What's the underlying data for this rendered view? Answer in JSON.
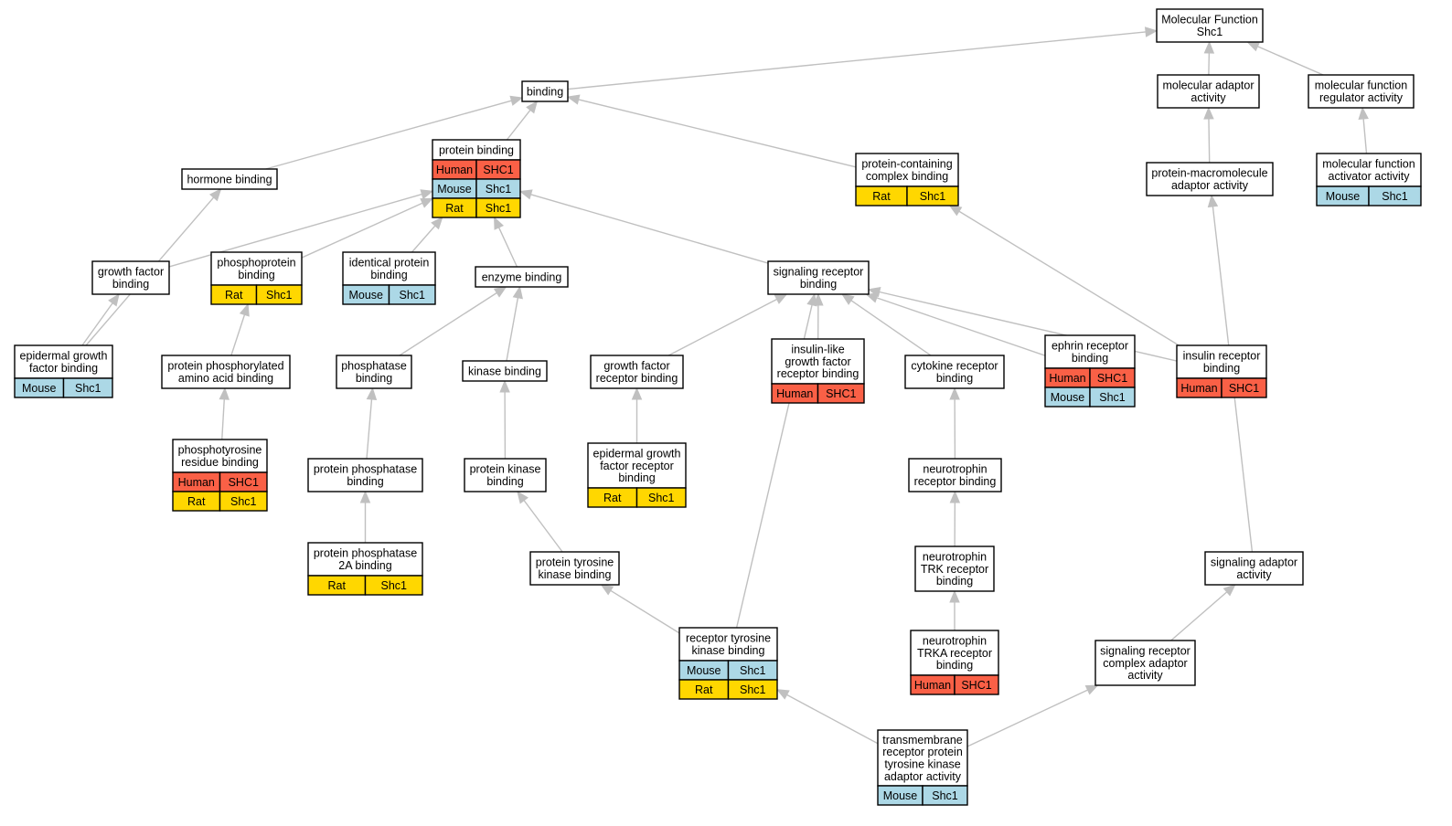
{
  "colors": {
    "edge": "#c0c0c0",
    "node_border": "#000000",
    "node_fill": "#ffffff",
    "Human": "#fa6046",
    "Mouse": "#acd8e6",
    "Rat": "#ffd700"
  },
  "nodes": [
    {
      "id": "molecular_function",
      "lines": [
        "Molecular Function",
        "Shc1"
      ],
      "rows": []
    },
    {
      "id": "binding",
      "lines": [
        "binding"
      ],
      "rows": []
    },
    {
      "id": "molecular_adaptor_activity",
      "lines": [
        "molecular adaptor",
        "activity"
      ],
      "rows": []
    },
    {
      "id": "molecular_function_regulator_activity",
      "lines": [
        "molecular function",
        "regulator activity"
      ],
      "rows": []
    },
    {
      "id": "protein_binding",
      "lines": [
        "protein binding"
      ],
      "rows": [
        [
          "Human",
          "SHC1"
        ],
        [
          "Mouse",
          "Shc1"
        ],
        [
          "Rat",
          "Shc1"
        ]
      ]
    },
    {
      "id": "hormone_binding",
      "lines": [
        "hormone binding"
      ],
      "rows": []
    },
    {
      "id": "protein_containing_complex_binding",
      "lines": [
        "protein-containing",
        "complex binding"
      ],
      "rows": [
        [
          "Rat",
          "Shc1"
        ]
      ]
    },
    {
      "id": "protein_macromolecule_adaptor_activity",
      "lines": [
        "protein-macromolecule",
        "adaptor activity"
      ],
      "rows": []
    },
    {
      "id": "molecular_function_activator_activity",
      "lines": [
        "molecular function",
        "activator activity"
      ],
      "rows": [
        [
          "Mouse",
          "Shc1"
        ]
      ]
    },
    {
      "id": "growth_factor_binding",
      "lines": [
        "growth factor",
        "binding"
      ],
      "rows": []
    },
    {
      "id": "phosphoprotein_binding",
      "lines": [
        "phosphoprotein",
        "binding"
      ],
      "rows": [
        [
          "Rat",
          "Shc1"
        ]
      ]
    },
    {
      "id": "identical_protein_binding",
      "lines": [
        "identical protein",
        "binding"
      ],
      "rows": [
        [
          "Mouse",
          "Shc1"
        ]
      ]
    },
    {
      "id": "enzyme_binding",
      "lines": [
        "enzyme binding"
      ],
      "rows": []
    },
    {
      "id": "signaling_receptor_binding",
      "lines": [
        "signaling receptor",
        "binding"
      ],
      "rows": []
    },
    {
      "id": "epidermal_growth_factor_binding",
      "lines": [
        "epidermal growth",
        "factor binding"
      ],
      "rows": [
        [
          "Mouse",
          "Shc1"
        ]
      ]
    },
    {
      "id": "protein_phosphorylated_amino_acid_binding",
      "lines": [
        "protein phosphorylated",
        "amino acid binding"
      ],
      "rows": []
    },
    {
      "id": "phosphatase_binding",
      "lines": [
        "phosphatase",
        "binding"
      ],
      "rows": []
    },
    {
      "id": "kinase_binding",
      "lines": [
        "kinase binding"
      ],
      "rows": []
    },
    {
      "id": "growth_factor_receptor_binding",
      "lines": [
        "growth factor",
        "receptor binding"
      ],
      "rows": []
    },
    {
      "id": "insulin_like_growth_factor_receptor_binding",
      "lines": [
        "insulin-like",
        "growth factor",
        "receptor binding"
      ],
      "rows": [
        [
          "Human",
          "SHC1"
        ]
      ]
    },
    {
      "id": "cytokine_receptor_binding",
      "lines": [
        "cytokine receptor",
        "binding"
      ],
      "rows": []
    },
    {
      "id": "ephrin_receptor_binding",
      "lines": [
        "ephrin receptor",
        "binding"
      ],
      "rows": [
        [
          "Human",
          "SHC1"
        ],
        [
          "Mouse",
          "Shc1"
        ]
      ]
    },
    {
      "id": "insulin_receptor_binding",
      "lines": [
        "insulin receptor",
        "binding"
      ],
      "rows": [
        [
          "Human",
          "SHC1"
        ]
      ]
    },
    {
      "id": "phosphotyrosine_residue_binding",
      "lines": [
        "phosphotyrosine",
        "residue binding"
      ],
      "rows": [
        [
          "Human",
          "SHC1"
        ],
        [
          "Rat",
          "Shc1"
        ]
      ]
    },
    {
      "id": "protein_phosphatase_binding",
      "lines": [
        "protein phosphatase",
        "binding"
      ],
      "rows": []
    },
    {
      "id": "protein_kinase_binding",
      "lines": [
        "protein kinase",
        "binding"
      ],
      "rows": []
    },
    {
      "id": "epidermal_growth_factor_receptor_binding",
      "lines": [
        "epidermal growth",
        "factor receptor",
        "binding"
      ],
      "rows": [
        [
          "Rat",
          "Shc1"
        ]
      ]
    },
    {
      "id": "neurotrophin_receptor_binding",
      "lines": [
        "neurotrophin",
        "receptor binding"
      ],
      "rows": []
    },
    {
      "id": "protein_phosphatase_2a_binding",
      "lines": [
        "protein phosphatase",
        "2A binding"
      ],
      "rows": [
        [
          "Rat",
          "Shc1"
        ]
      ]
    },
    {
      "id": "protein_tyrosine_kinase_binding",
      "lines": [
        "protein tyrosine",
        "kinase binding"
      ],
      "rows": []
    },
    {
      "id": "neurotrophin_trk_receptor_binding",
      "lines": [
        "neurotrophin",
        "TRK receptor",
        "binding"
      ],
      "rows": []
    },
    {
      "id": "signaling_adaptor_activity",
      "lines": [
        "signaling adaptor",
        "activity"
      ],
      "rows": []
    },
    {
      "id": "receptor_tyrosine_kinase_binding",
      "lines": [
        "receptor tyrosine",
        "kinase binding"
      ],
      "rows": [
        [
          "Mouse",
          "Shc1"
        ],
        [
          "Rat",
          "Shc1"
        ]
      ]
    },
    {
      "id": "neurotrophin_trka_receptor_binding",
      "lines": [
        "neurotrophin",
        "TRKA receptor",
        "binding"
      ],
      "rows": [
        [
          "Human",
          "SHC1"
        ]
      ]
    },
    {
      "id": "signaling_receptor_complex_adaptor_activity",
      "lines": [
        "signaling receptor",
        "complex adaptor",
        "activity"
      ],
      "rows": []
    },
    {
      "id": "transmembrane_receptor_protein_tyrosine_kinase_adaptor_activity",
      "lines": [
        "transmembrane",
        "receptor protein",
        "tyrosine kinase",
        "adaptor activity"
      ],
      "rows": [
        [
          "Mouse",
          "Shc1"
        ]
      ]
    }
  ],
  "edges": [
    [
      "binding",
      "molecular_function"
    ],
    [
      "molecular_adaptor_activity",
      "molecular_function"
    ],
    [
      "molecular_function_regulator_activity",
      "molecular_function"
    ],
    [
      "protein_binding",
      "binding"
    ],
    [
      "hormone_binding",
      "binding"
    ],
    [
      "protein_containing_complex_binding",
      "binding"
    ],
    [
      "protein_macromolecule_adaptor_activity",
      "molecular_adaptor_activity"
    ],
    [
      "molecular_function_activator_activity",
      "molecular_function_regulator_activity"
    ],
    [
      "growth_factor_binding",
      "protein_binding"
    ],
    [
      "phosphoprotein_binding",
      "protein_binding"
    ],
    [
      "identical_protein_binding",
      "protein_binding"
    ],
    [
      "enzyme_binding",
      "protein_binding"
    ],
    [
      "signaling_receptor_binding",
      "protein_binding"
    ],
    [
      "epidermal_growth_factor_binding",
      "hormone_binding"
    ],
    [
      "epidermal_growth_factor_binding",
      "growth_factor_binding"
    ],
    [
      "protein_phosphorylated_amino_acid_binding",
      "phosphoprotein_binding"
    ],
    [
      "phosphatase_binding",
      "enzyme_binding"
    ],
    [
      "kinase_binding",
      "enzyme_binding"
    ],
    [
      "growth_factor_receptor_binding",
      "signaling_receptor_binding"
    ],
    [
      "insulin_like_growth_factor_receptor_binding",
      "signaling_receptor_binding"
    ],
    [
      "cytokine_receptor_binding",
      "signaling_receptor_binding"
    ],
    [
      "ephrin_receptor_binding",
      "signaling_receptor_binding"
    ],
    [
      "insulin_receptor_binding",
      "signaling_receptor_binding"
    ],
    [
      "insulin_receptor_binding",
      "protein_containing_complex_binding"
    ],
    [
      "phosphotyrosine_residue_binding",
      "protein_phosphorylated_amino_acid_binding"
    ],
    [
      "protein_phosphatase_binding",
      "phosphatase_binding"
    ],
    [
      "protein_kinase_binding",
      "kinase_binding"
    ],
    [
      "epidermal_growth_factor_receptor_binding",
      "growth_factor_receptor_binding"
    ],
    [
      "neurotrophin_receptor_binding",
      "cytokine_receptor_binding"
    ],
    [
      "protein_phosphatase_2a_binding",
      "protein_phosphatase_binding"
    ],
    [
      "protein_tyrosine_kinase_binding",
      "protein_kinase_binding"
    ],
    [
      "neurotrophin_trk_receptor_binding",
      "neurotrophin_receptor_binding"
    ],
    [
      "signaling_adaptor_activity",
      "protein_macromolecule_adaptor_activity"
    ],
    [
      "receptor_tyrosine_kinase_binding",
      "protein_tyrosine_kinase_binding"
    ],
    [
      "receptor_tyrosine_kinase_binding",
      "signaling_receptor_binding"
    ],
    [
      "neurotrophin_trka_receptor_binding",
      "neurotrophin_trk_receptor_binding"
    ],
    [
      "signaling_receptor_complex_adaptor_activity",
      "signaling_adaptor_activity"
    ],
    [
      "transmembrane_receptor_protein_tyrosine_kinase_adaptor_activity",
      "receptor_tyrosine_kinase_binding"
    ],
    [
      "transmembrane_receptor_protein_tyrosine_kinase_adaptor_activity",
      "signaling_receptor_complex_adaptor_activity"
    ]
  ]
}
